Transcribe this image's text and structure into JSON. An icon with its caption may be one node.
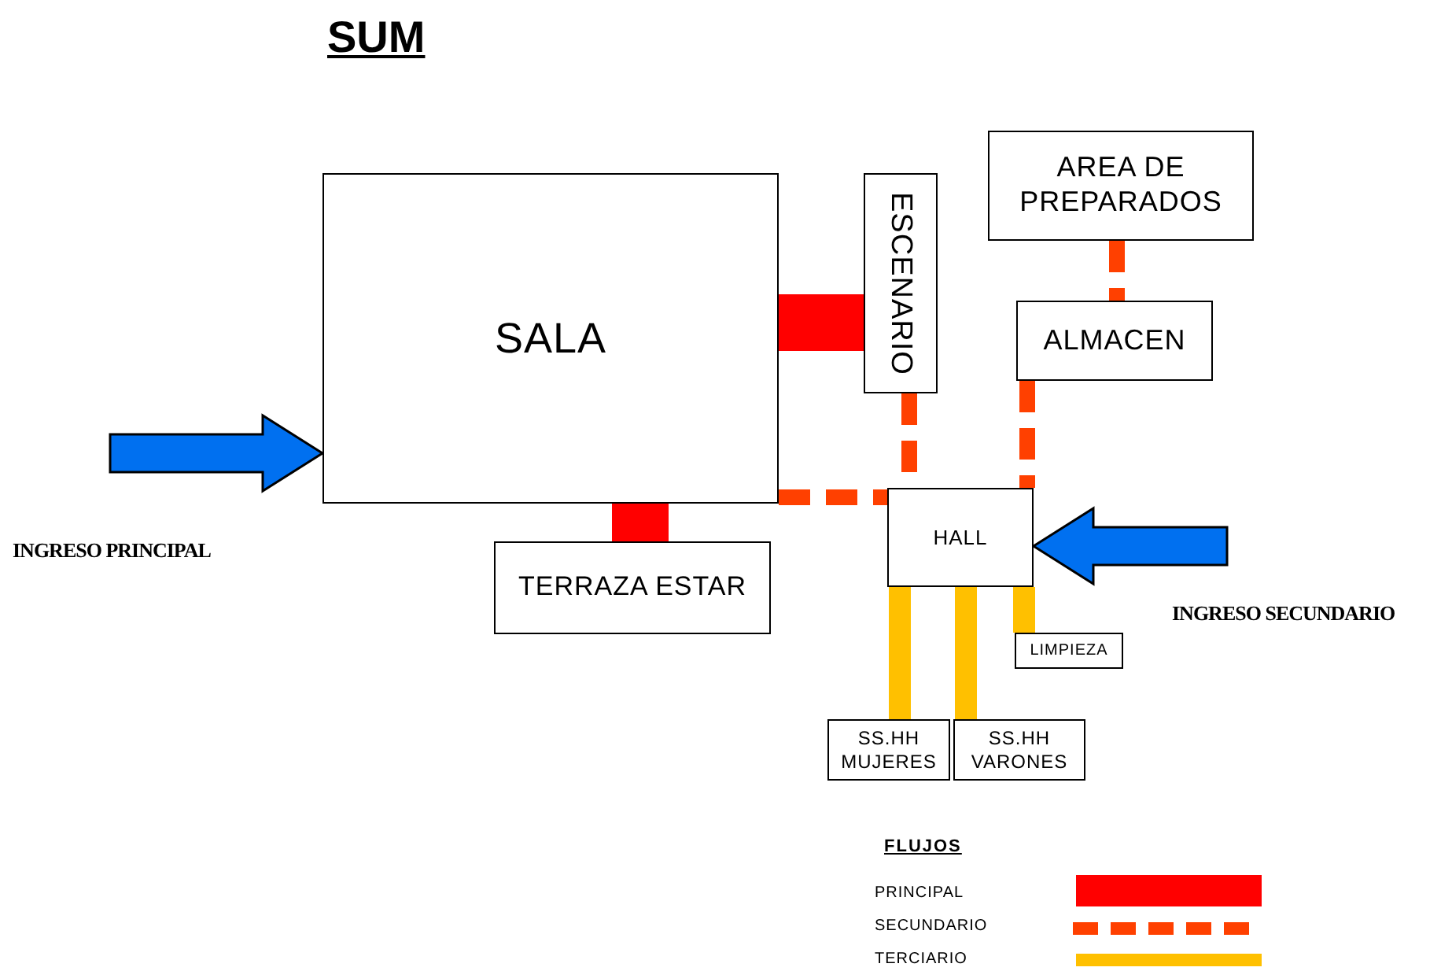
{
  "diagram": {
    "title": "SUM",
    "nodes": [
      {
        "text": [
          "SALA"
        ]
      },
      {
        "text": [
          "ESCENARIO"
        ]
      },
      {
        "text": [
          "AREA DE PREPARADOS"
        ]
      },
      {
        "text": [
          "ALMACEN"
        ]
      },
      {
        "text": [
          "HALL"
        ]
      },
      {
        "text": [
          "TERRAZA ESTAR"
        ]
      },
      {
        "text": [
          "LIMPIEZA"
        ]
      },
      {
        "text": [
          "SS.HH MUJERES"
        ]
      },
      {
        "text": [
          "SS.HH VARONES"
        ]
      }
    ],
    "edges": [
      {
        "from": 0,
        "to": 1,
        "arrow": "none",
        "style": "thick",
        "color": "#ff0000"
      },
      {
        "from": 0,
        "to": 5,
        "arrow": "none",
        "style": "thick",
        "color": "#ff0000"
      },
      {
        "from": 0,
        "to": 4,
        "arrow": "none",
        "style": "dashed",
        "color": "#ff4000"
      },
      {
        "from": 1,
        "to": 4,
        "arrow": "none",
        "style": "dashed",
        "color": "#ff4000"
      },
      {
        "from": 3,
        "to": 4,
        "arrow": "none",
        "style": "dashed",
        "color": "#ff4000"
      },
      {
        "from": 2,
        "to": 3,
        "arrow": "none",
        "style": "dashed",
        "color": "#ff4000"
      },
      {
        "from": 4,
        "to": 7,
        "arrow": "none",
        "color": "#ffc000"
      },
      {
        "from": 4,
        "to": 8,
        "arrow": "none",
        "color": "#ffc000"
      },
      {
        "from": 4,
        "to": 6,
        "arrow": "none",
        "color": "#ffc000"
      },
      {
        "from": null,
        "to": 0,
        "arrow": "to",
        "label": "INGRESO PRINCIPAL",
        "style": "thick",
        "color": "#0070f0"
      },
      {
        "from": null,
        "to": 4,
        "arrow": "to",
        "label": "INGRESO SECUNDARIO",
        "style": "thick",
        "color": "#0070f0"
      }
    ],
    "labels": [
      "FLUJOS"
    ],
    "legend": [
      {
        "text": "PRINCIPAL",
        "color": "#ff0000"
      },
      {
        "text": "SECUNDARIO"
      },
      {
        "text": "TERCIARIO",
        "color": "#ffc000"
      }
    ]
  }
}
